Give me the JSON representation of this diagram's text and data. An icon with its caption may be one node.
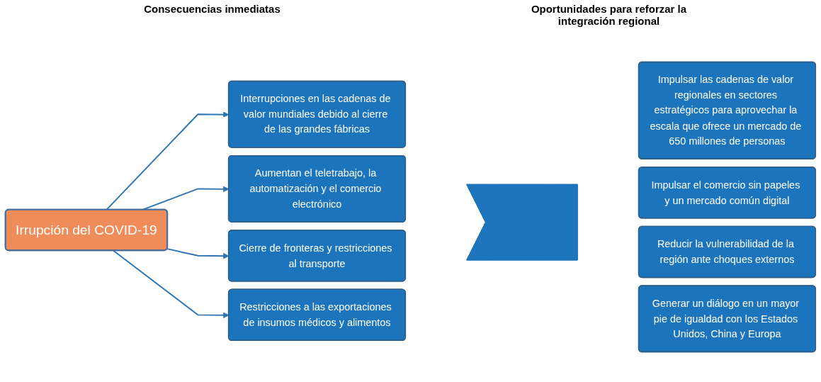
{
  "diagram": {
    "nodes": [
      {
        "text": [
          "Irrupción del COVID-19"
        ]
      },
      {
        "text": [
          "Interrupciones en las cadenas de valor mundiales debido al cierre de las grandes fábricas"
        ]
      },
      {
        "text": [
          "Aumentan el teletrabajo, la automatización y el comercio electrónico"
        ]
      },
      {
        "text": [
          "Cierre de fronteras y restricciones al transporte"
        ]
      },
      {
        "text": [
          "Restricciones a las exportaciones de insumos médicos y alimentos"
        ]
      },
      {
        "text": [],
        "shape": "arrow"
      },
      {
        "text": [
          "Impulsar las cadenas de valor regionales en sectores estratégicos para aprovechar la escala que ofrece un mercado de 650 millones de personas"
        ]
      },
      {
        "text": [
          "Impulsar el comercio sin papeles y un mercado común digital"
        ]
      },
      {
        "text": [
          "Reducir la vulnerabilidad de la región ante choques externos"
        ]
      },
      {
        "text": [
          "Generar un diálogo en un mayor pie de igualdad con los Estados Unidos, China y Europa"
        ]
      }
    ],
    "edges": [
      {
        "from": 0,
        "to": 1,
        "arrow": "to"
      },
      {
        "from": 0,
        "to": 2,
        "arrow": "to"
      },
      {
        "from": 0,
        "to": 3,
        "arrow": "to"
      },
      {
        "from": 0,
        "to": 4,
        "arrow": "to"
      }
    ],
    "labels": [
      "Consecuencias inmediatas",
      "Oportunidades para reforzar la integración regional"
    ]
  }
}
